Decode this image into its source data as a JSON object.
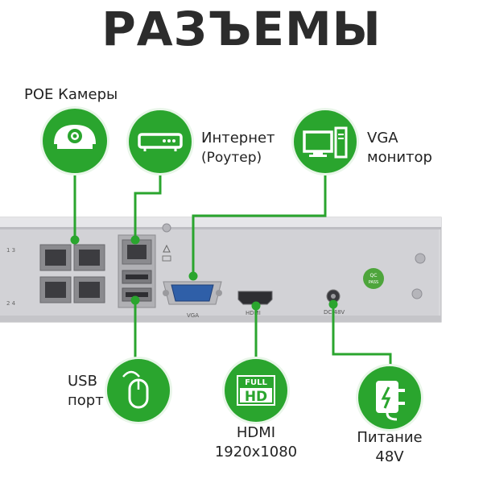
{
  "title": "РАЗЪЕМЫ",
  "labels": {
    "poe": "POE Камеры",
    "internet_line1": "Интернет",
    "internet_line2": "(Роутер)",
    "vga_line1": "VGA",
    "vga_line2": "монитор",
    "usb_line1": "USB",
    "usb_line2": "порт",
    "hdmi_line1": "HDMI",
    "hdmi_line2": "1920x1080",
    "power_line1": "Питание",
    "power_line2": "48V"
  },
  "device": {
    "vga_port_label": "VGA",
    "hdmi_port_label": "HDMI",
    "dc_port_label": "DC 48V",
    "qc_badge_line1": "QC",
    "qc_badge_line2": "PASS",
    "poe_row_top": "1 3",
    "poe_row_bottom": "2 4"
  },
  "icons": {
    "hdmi_badge_top": "FULL",
    "hdmi_badge_bottom": "HD"
  },
  "colors": {
    "accent_green": "#2aa52e",
    "title": "#2c2c2c"
  }
}
